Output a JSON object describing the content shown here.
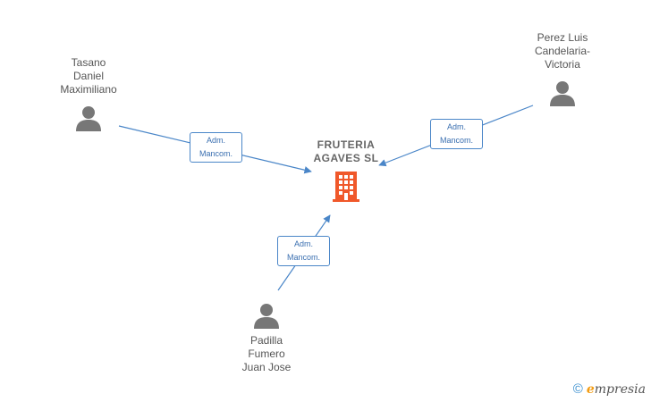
{
  "company": {
    "name_line1": "FRUTERIA",
    "name_line2": "AGAVES  SL",
    "icon": "building-icon",
    "color": "#f0582a"
  },
  "persons": [
    {
      "id": "tasano",
      "lines": [
        "Tasano",
        "Daniel",
        "Maximiliano"
      ],
      "icon": "person-icon"
    },
    {
      "id": "perez",
      "lines": [
        "Perez Luis",
        "Candelaria-",
        "Victoria"
      ],
      "icon": "person-icon"
    },
    {
      "id": "padilla",
      "lines": [
        "Padilla",
        "Fumero",
        "Juan Jose"
      ],
      "icon": "person-icon"
    }
  ],
  "roles": [
    {
      "line1": "Adm.",
      "line2": "Mancom."
    },
    {
      "line1": "Adm.",
      "line2": "Mancom."
    },
    {
      "line1": "Adm.",
      "line2": "Mancom."
    }
  ],
  "footer": {
    "copyright_symbol": "©",
    "brand_initial": "e",
    "brand_rest": "mpresia"
  },
  "colors": {
    "edge": "#4a86c8",
    "person": "#777777"
  }
}
